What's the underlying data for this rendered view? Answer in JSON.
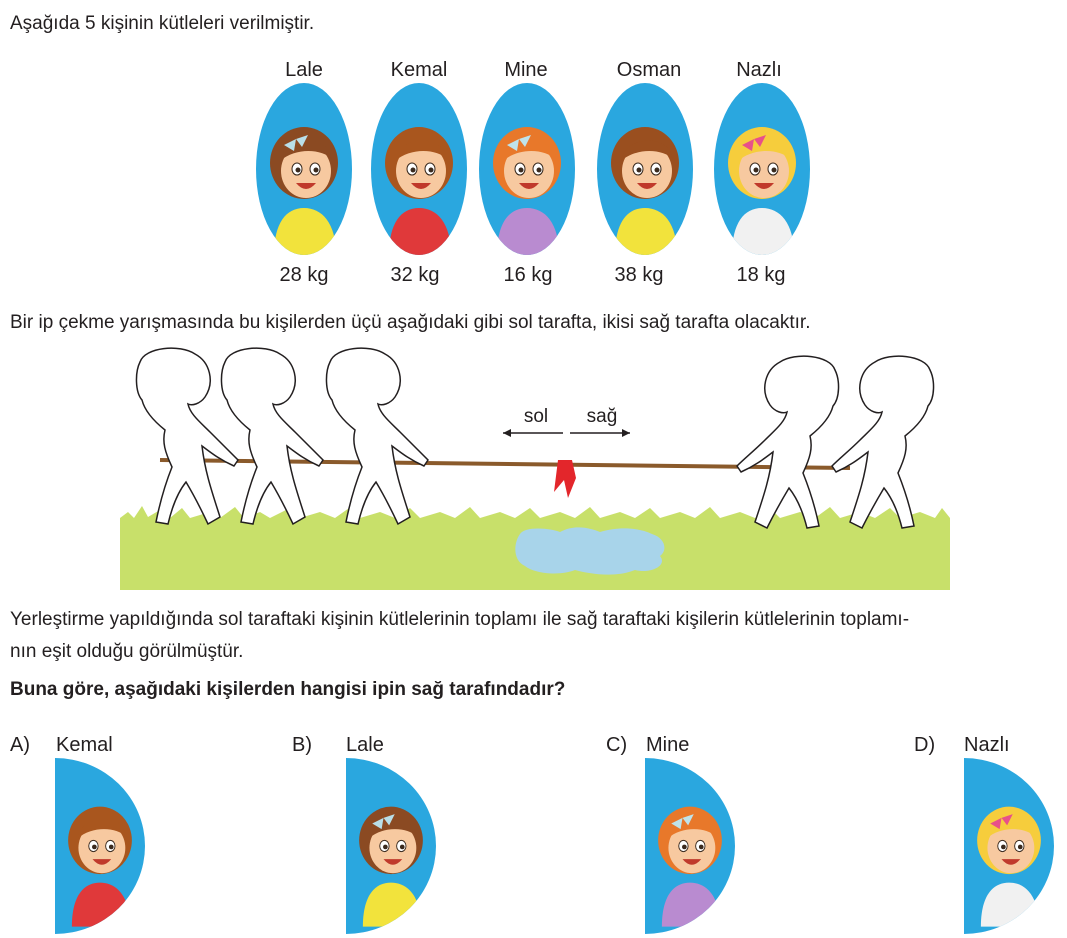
{
  "intro": "Aşağıda 5 kişinin kütleleri verilmiştir.",
  "people": [
    {
      "name": "Lale",
      "mass": "28 kg",
      "hair": "#8b4a22",
      "shirt": "#f2e33c",
      "bow": "#b9dfe8"
    },
    {
      "name": "Kemal",
      "mass": "32 kg",
      "hair": "#a9561e",
      "shirt": "#e0393a",
      "bow": ""
    },
    {
      "name": "Mine",
      "mass": "16 kg",
      "hair": "#e8782a",
      "shirt": "#b98bd0",
      "bow": "#bfe3ea"
    },
    {
      "name": "Osman",
      "mass": "38 kg",
      "hair": "#9a4f1f",
      "shirt": "#f2e33c",
      "bow": ""
    },
    {
      "name": "Nazlı",
      "mass": "18 kg",
      "hair": "#f6cd3c",
      "shirt": "#f1f1f1",
      "bow": "#e8508a"
    }
  ],
  "statement": "Bir ip çekme yarışmasında bu kişilerden üçü aşağıdaki gibi sol tarafta, ikisi sağ tarafta olacaktır.",
  "illustration": {
    "left_label": "sol",
    "right_label": "sağ",
    "grass_color": "#c8e06a",
    "rope_color": "#8a5a2b",
    "flag_color": "#e3262b"
  },
  "condition_line1": "Yerleştirme yapıldığında sol taraftaki kişinin kütlelerinin toplamı ile sağ taraftaki kişilerin kütlelerinin toplamı-",
  "condition_line2": "nın eşit olduğu görülmüştür.",
  "question": "Buna göre, aşağıdaki kişilerden hangisi ipin sağ tarafındadır?",
  "options": [
    {
      "letter": "A)",
      "name": "Kemal"
    },
    {
      "letter": "B)",
      "name": "Lale"
    },
    {
      "letter": "C)",
      "name": "Mine"
    },
    {
      "letter": "D)",
      "name": "Nazlı"
    }
  ]
}
